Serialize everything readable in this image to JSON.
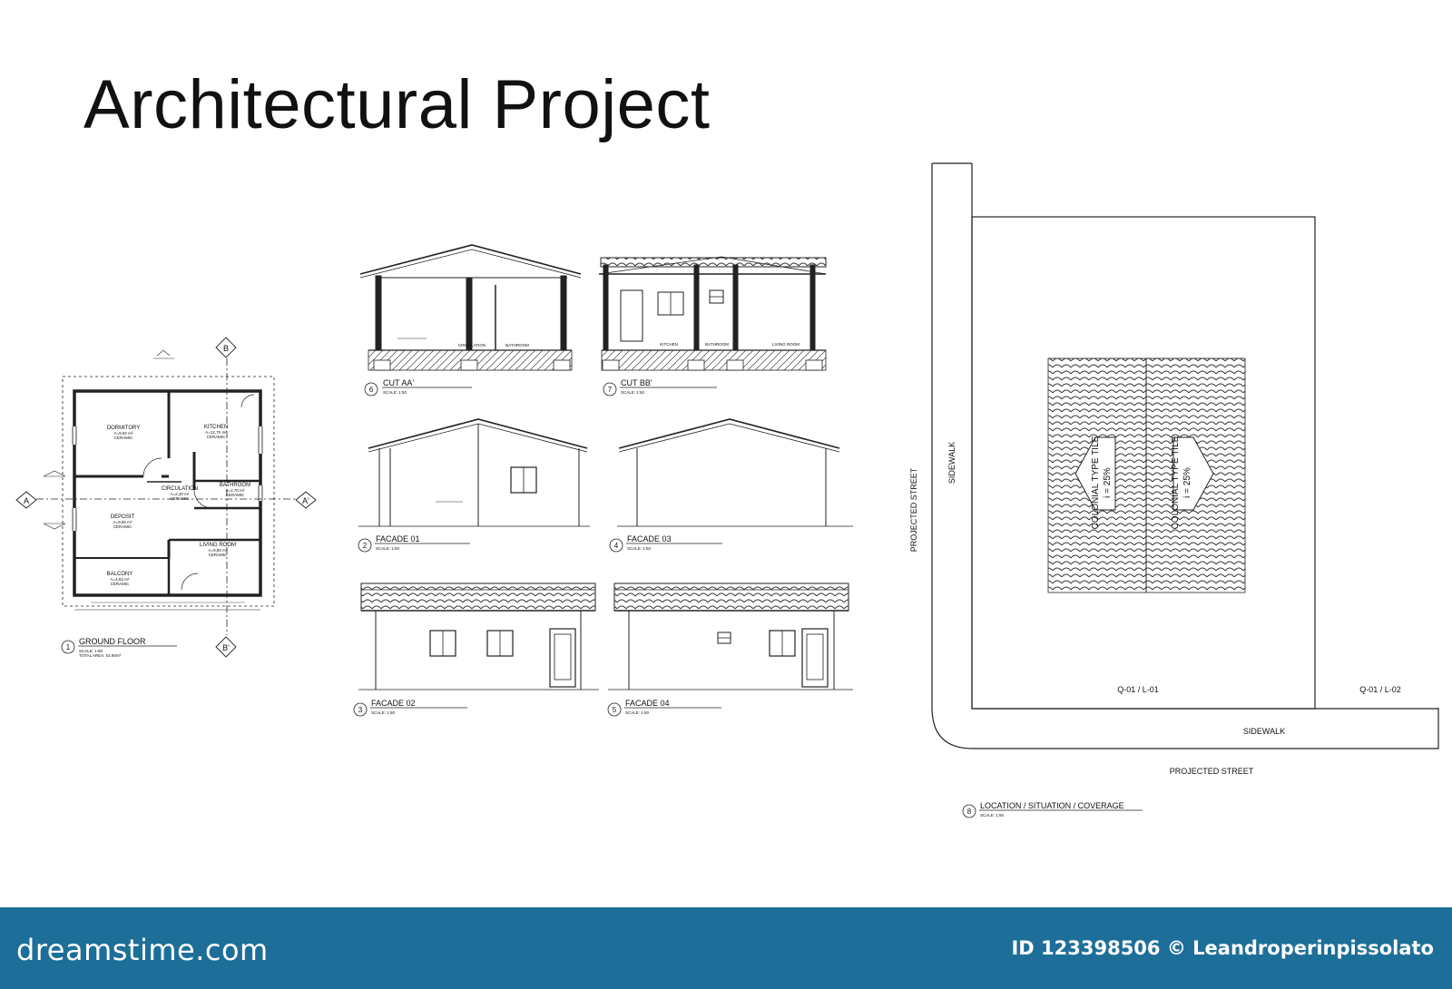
{
  "title": "Architectural Project",
  "floor_plan": {
    "number": "1",
    "title": "GROUND FLOOR",
    "scale": "SCALE: 1:50",
    "total_area": "TOTAL AREA: 53.90m²",
    "rooms": [
      {
        "name": "DORMITORY",
        "area": "A=9,92 m²",
        "finish": "CERAMIC"
      },
      {
        "name": "KITCHEN",
        "area": "A=12,70 m²",
        "finish": "CERAMIC"
      },
      {
        "name": "CIRCULATION",
        "area": "A=2,20 m²",
        "finish": "CERAMIC"
      },
      {
        "name": "BATHROOM",
        "area": "A=2,70 m²",
        "finish": "CERAMIC"
      },
      {
        "name": "DEPOSIT",
        "area": "A=9,90 m²",
        "finish": "CERAMIC"
      },
      {
        "name": "LIVING ROOM",
        "area": "A=9,80 m²",
        "finish": "CERAMIC"
      },
      {
        "name": "BALCONY",
        "area": "A=4,62 m²",
        "finish": "CERAMIC"
      }
    ],
    "markers": {
      "a": "A",
      "a_prime": "A'",
      "b": "B",
      "b_prime": "B'"
    }
  },
  "views": [
    {
      "number": "6",
      "title": "CUT AA'",
      "scale": "SCALE: 1:50"
    },
    {
      "number": "7",
      "title": "CUT BB'",
      "scale": "SCALE: 1:50"
    },
    {
      "number": "2",
      "title": "FACADE 01",
      "scale": "SCALE: 1:50"
    },
    {
      "number": "4",
      "title": "FACADE 03",
      "scale": "SCALE: 1:50"
    },
    {
      "number": "3",
      "title": "FACADE 02",
      "scale": "SCALE: 1:50"
    },
    {
      "number": "5",
      "title": "FACADE 04",
      "scale": "SCALE: 1:50"
    }
  ],
  "cut_labels": {
    "aa": [
      "CIRCULATION",
      "BATHROOM"
    ],
    "bb": [
      "KITCHEN",
      "BATHROOM",
      "LIVING ROOM"
    ]
  },
  "site_plan": {
    "number": "8",
    "title": "LOCATION / SITUATION / COVERAGE",
    "scale": "SCALE: 1:50",
    "projected_street_left": "PROJECTED STREET",
    "projected_street_bottom": "PROJECTED STREET",
    "sidewalk_left": "SIDEWALK",
    "sidewalk_bottom": "SIDEWALK",
    "lot_1": "Q-01 / L-01",
    "lot_2": "Q-01 / L-02",
    "roof_label": "COLONIAL TYPE TILE",
    "roof_slope": "i = 25%"
  },
  "footer": {
    "logo": "dreamstime.com",
    "credit": "ID 123398506 © Leandroperinpissolato"
  },
  "colors": {
    "footer_bg": "#1d6f99",
    "line": "#222222"
  }
}
